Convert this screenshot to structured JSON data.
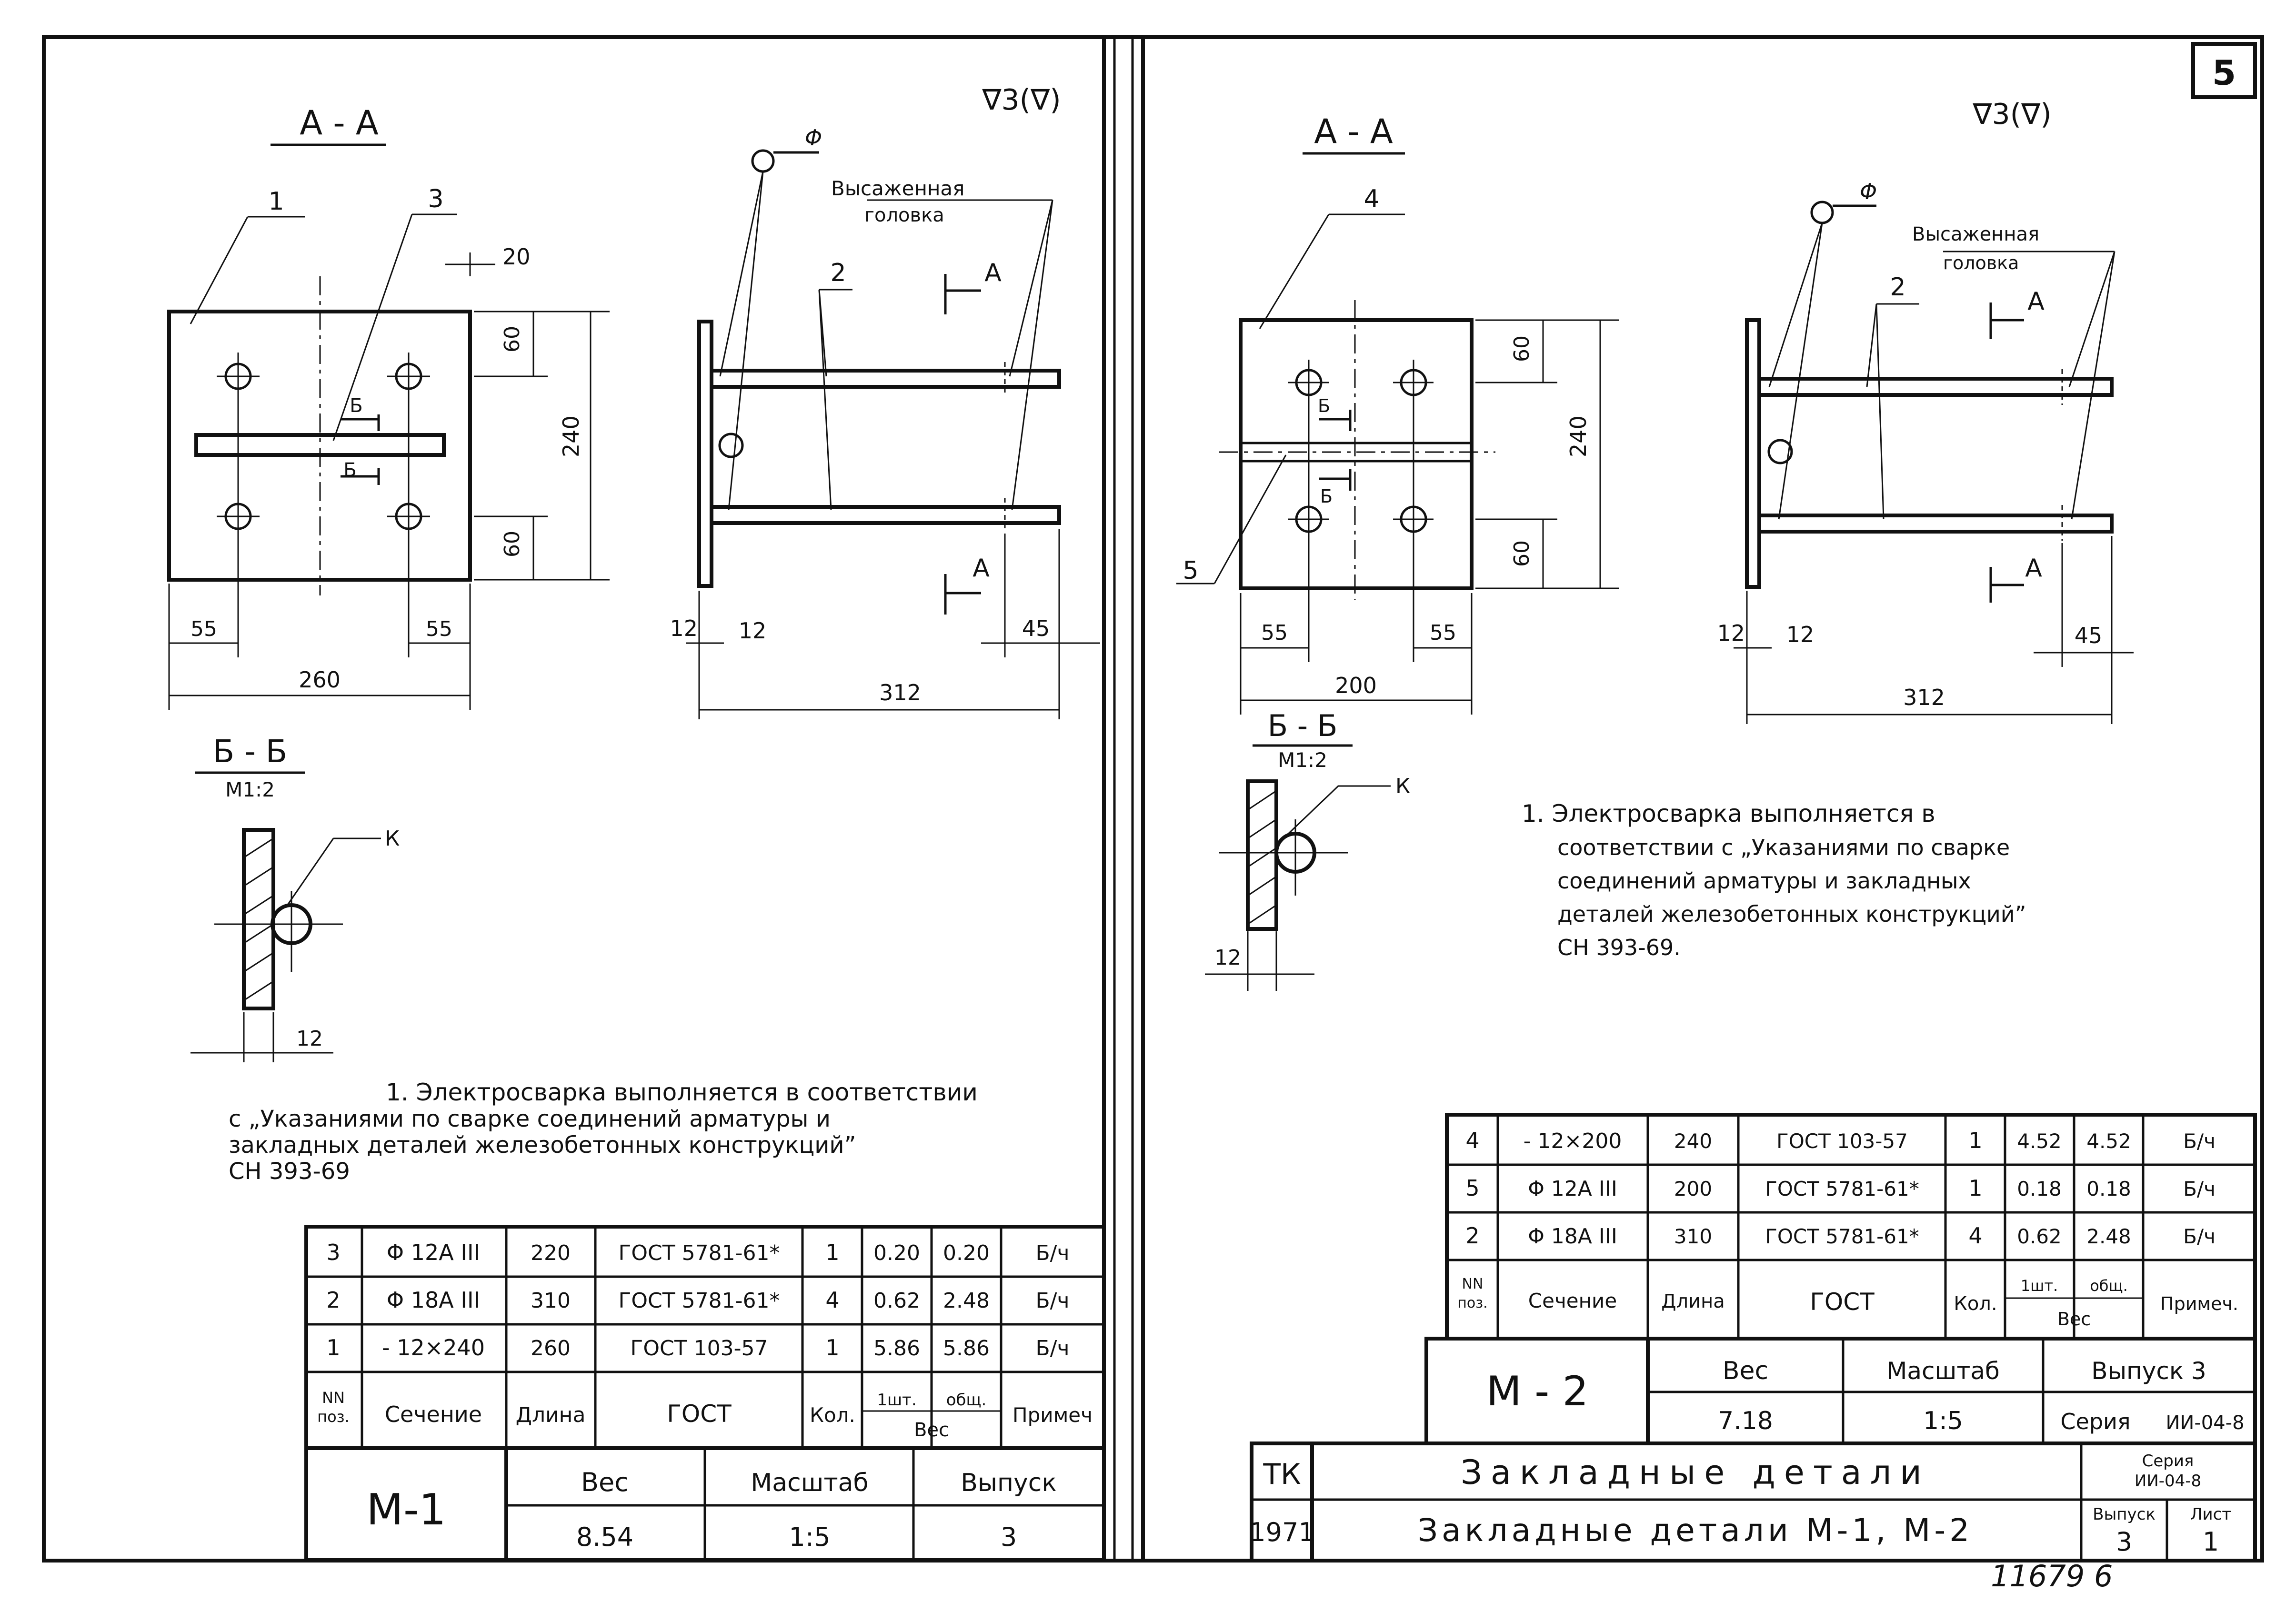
{
  "page_number": "5",
  "left": {
    "section_aa": "А - А",
    "weld_symbol": "∇3(∇)",
    "weld_phi": "Φ",
    "upset_head": [
      "Высаженная",
      "головка"
    ],
    "cut_marks": [
      "А",
      "А"
    ],
    "section_bb": "Б - Б",
    "section_bb_scale": "М1:2",
    "k_label": "К",
    "callouts": [
      "1",
      "3",
      "2"
    ],
    "b_marks": [
      "Б",
      "Б"
    ],
    "dims": {
      "d20": "20",
      "d60a": "60",
      "d60b": "60",
      "d240": "240",
      "d55a": "55",
      "d55b": "55",
      "d260": "260",
      "d12a": "12",
      "d45": "45",
      "d312": "312",
      "d12b": "12"
    },
    "note": [
      "1. Электросварка выполняется в соответствии",
      "с „Указаниями по сварке соединений арматуры и",
      "закладных деталей железобетонных конструкций”",
      "СН 393-69"
    ],
    "spec_rows": [
      [
        "3",
        "Φ 12А III",
        "220",
        "ГОСТ 5781-61*",
        "1",
        "0.20",
        "0.20",
        "Б/ч"
      ],
      [
        "2",
        "Φ 18А III",
        "310",
        "ГОСТ 5781-61*",
        "4",
        "0.62",
        "2.48",
        "Б/ч"
      ],
      [
        "1",
        "- 12×240",
        "260",
        "ГОСТ 103-57",
        "1",
        "5.86",
        "5.86",
        "Б/ч"
      ]
    ],
    "spec_header": {
      "pos": [
        "NN",
        "поз."
      ],
      "section": "Сечение",
      "length": "Длина",
      "gost": "ГОСТ",
      "qty": "Кол.",
      "w1": "1шт.",
      "wall": "общ.",
      "weight": "Вес",
      "note": "Примеч"
    },
    "title_block": {
      "mark": "М-1",
      "weight_label": "Вес",
      "weight_value": "8.54",
      "scale_label": "Масштаб",
      "scale_value": "1:5",
      "issue_label": "Выпуск",
      "issue_value": "3"
    }
  },
  "right": {
    "section_aa": "А - А",
    "weld_symbol": "∇3(∇)",
    "weld_phi": "Φ",
    "upset_head": [
      "Высаженная",
      "головка"
    ],
    "cut_marks": [
      "А",
      "А"
    ],
    "section_bb": "Б - Б",
    "section_bb_scale": "М1:2",
    "k_label": "К",
    "callouts": [
      "4",
      "2",
      "5"
    ],
    "b_marks": [
      "Б",
      "Б"
    ],
    "dims": {
      "d60a": "60",
      "d60b": "60",
      "d240": "240",
      "d55a": "55",
      "d55b": "55",
      "d200": "200",
      "d12a": "12",
      "d45": "45",
      "d312": "312",
      "d12b": "12"
    },
    "note": [
      "1. Электросварка выполняется в",
      "соответствии с „Указаниями по сварке",
      "соединений арматуры и закладных",
      "деталей железобетонных конструкций”",
      "СН 393-69."
    ],
    "spec_rows": [
      [
        "4",
        "- 12×200",
        "240",
        "ГОСТ 103-57",
        "1",
        "4.52",
        "4.52",
        "Б/ч"
      ],
      [
        "5",
        "Φ 12А III",
        "200",
        "ГОСТ 5781-61*",
        "1",
        "0.18",
        "0.18",
        "Б/ч"
      ],
      [
        "2",
        "Φ 18А III",
        "310",
        "ГОСТ 5781-61*",
        "4",
        "0.62",
        "2.48",
        "Б/ч"
      ]
    ],
    "spec_header": {
      "pos": [
        "NN",
        "поз."
      ],
      "section": "Сечение",
      "length": "Длина",
      "gost": "ГОСТ",
      "qty": "Кол.",
      "w1": "1шт.",
      "wall": "общ.",
      "weight": "Вес",
      "note": "Примеч."
    },
    "title_block": {
      "mark": "М - 2",
      "weight_label": "Вес",
      "weight_value": "7.18",
      "scale_label": "Масштаб",
      "scale_value": "1:5",
      "issue_label": "Выпуск 3",
      "series_label": "Серия",
      "series_value": "ИИ-04-8"
    }
  },
  "main_stamp": {
    "tk": "ТК",
    "year": "1971",
    "title1": "Закладные детали",
    "title2": "Закладные детали М-1, М-2",
    "series_label": "Серия",
    "series_value": "ИИ-04-8",
    "issue_label": "Выпуск",
    "issue_value": "3",
    "sheet_label": "Лист",
    "sheet_value": "1"
  },
  "archive_number": "11679 6"
}
